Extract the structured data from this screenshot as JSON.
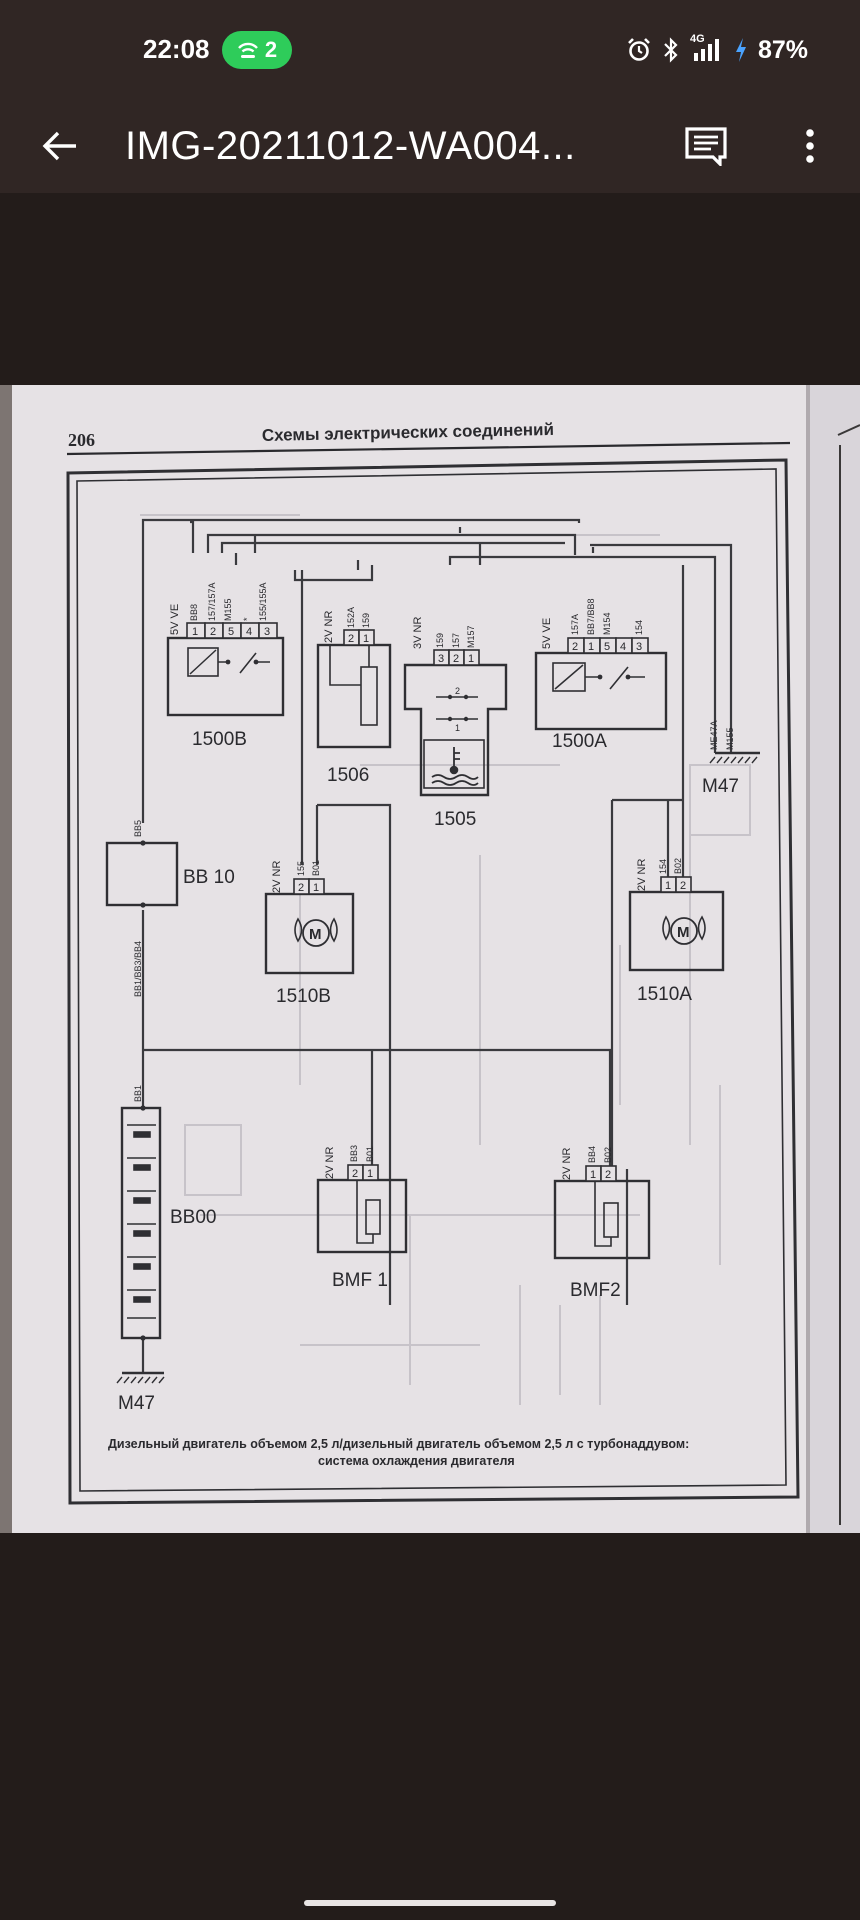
{
  "status_bar": {
    "time": "22:08",
    "hotspot_count": "2",
    "network": "4G",
    "battery": "87%"
  },
  "app_bar": {
    "title": "IMG-20211012-WA004..."
  },
  "document": {
    "page_number": "206",
    "heading": "Схемы   электрических   соединений",
    "caption_line1": "Дизельный двигатель объемом 2,5 л/дизельный двигатель объемом 2,5 л с турбонаддувом:",
    "caption_line2": "система охлаждения двигателя",
    "components": {
      "relay_b": "1500B",
      "relay_a": "1500A",
      "resistor": "1506",
      "temp_switch": "1505",
      "fan_b": "1510B",
      "fan_a": "1510A",
      "bb10": "BB 10",
      "battery": "BB00",
      "bmf1": "BMF 1",
      "bmf2": "BMF2",
      "ground_left": "M47",
      "ground_right": "M47"
    },
    "connectors": {
      "relay_b": "5V  VE",
      "relay_a": "5V  VE",
      "resistor": "2V  NR",
      "temp_switch": "3V  NR",
      "fan_b": "2V  NR",
      "fan_a": "2V  NR",
      "bmf1": "2V  NR",
      "bmf2": "2V  NR"
    },
    "wires": {
      "relay_b": [
        "BB8",
        "157/157A",
        "M155",
        "*",
        "155/155A"
      ],
      "relay_a": [
        "157A",
        "BB7/BB8",
        "M154",
        "",
        "154"
      ],
      "resistor": [
        "152A",
        "159"
      ],
      "temp_switch": [
        "159",
        "157",
        "M157"
      ],
      "fan_b": [
        "155",
        "B01"
      ],
      "fan_a": [
        "154",
        "B02"
      ],
      "bmf1": [
        "BB3",
        "B01"
      ],
      "bmf2": [
        "BB4",
        "B02"
      ],
      "bb5": "BB5",
      "bb1_bb3_bb4": "BB1/BB3/BB4",
      "bb1": "BB1",
      "ground_m47": [
        "ME47A",
        "M155"
      ]
    },
    "pins": {
      "relay_b": [
        "1",
        "2",
        "5",
        "4",
        "3"
      ],
      "relay_a": [
        "2",
        "1",
        "5",
        "4",
        "3"
      ],
      "resistor": [
        "2",
        "1"
      ],
      "temp_switch": [
        "3",
        "2",
        "1"
      ],
      "fan_b": [
        "2",
        "1"
      ],
      "fan_a": [
        "1",
        "2"
      ],
      "bmf1": [
        "2",
        "1"
      ],
      "bmf2": [
        "1",
        "2"
      ],
      "switch_contacts": [
        "2",
        "1"
      ]
    }
  }
}
